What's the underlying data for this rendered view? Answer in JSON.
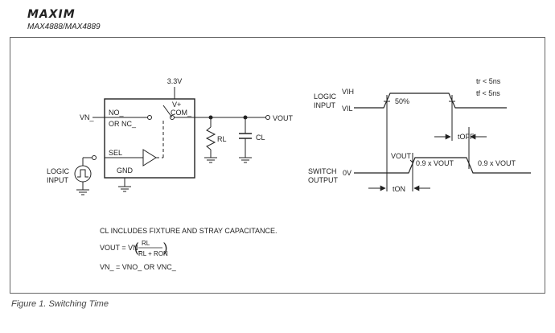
{
  "header": {
    "logo": "MAXIM",
    "part_number": "MAX4888/MAX4889"
  },
  "schematic": {
    "supply": "3.3V",
    "v_plus": "V+",
    "pin_no": "NO_",
    "pin_or_nc": "OR NC_",
    "pin_com": "COM_",
    "pin_sel": "SEL",
    "pin_gnd": "GND",
    "input_node": "VN_",
    "output_node": "VOUT",
    "load_resistor": "RL",
    "load_cap": "CL",
    "logic_input": [
      "LOGIC",
      "INPUT"
    ]
  },
  "timing": {
    "logic_label": [
      "LOGIC",
      "INPUT"
    ],
    "vih": "VIH",
    "vil": "VIL",
    "tr": "tr < 5ns",
    "tf": "tf < 5ns",
    "fifty_percent": "50%",
    "toff": "tOFF",
    "switch_label": [
      "SWITCH",
      "OUTPUT"
    ],
    "vout": "VOUT",
    "zero_v": "0V",
    "ninety_left": "0.9 x VOUT",
    "ninety_right": "0.9 x VOUT",
    "ton": "tON"
  },
  "notes": {
    "cl_note": "CL INCLUDES FIXTURE AND STRAY CAPACITANCE.",
    "eq1_lhs": "VOUT = VN_",
    "eq1_num": "RL",
    "eq1_den": "RL + RON",
    "eq2": "VN_ = VNO_ OR VNC_"
  },
  "caption": "Figure 1. Switching Time"
}
